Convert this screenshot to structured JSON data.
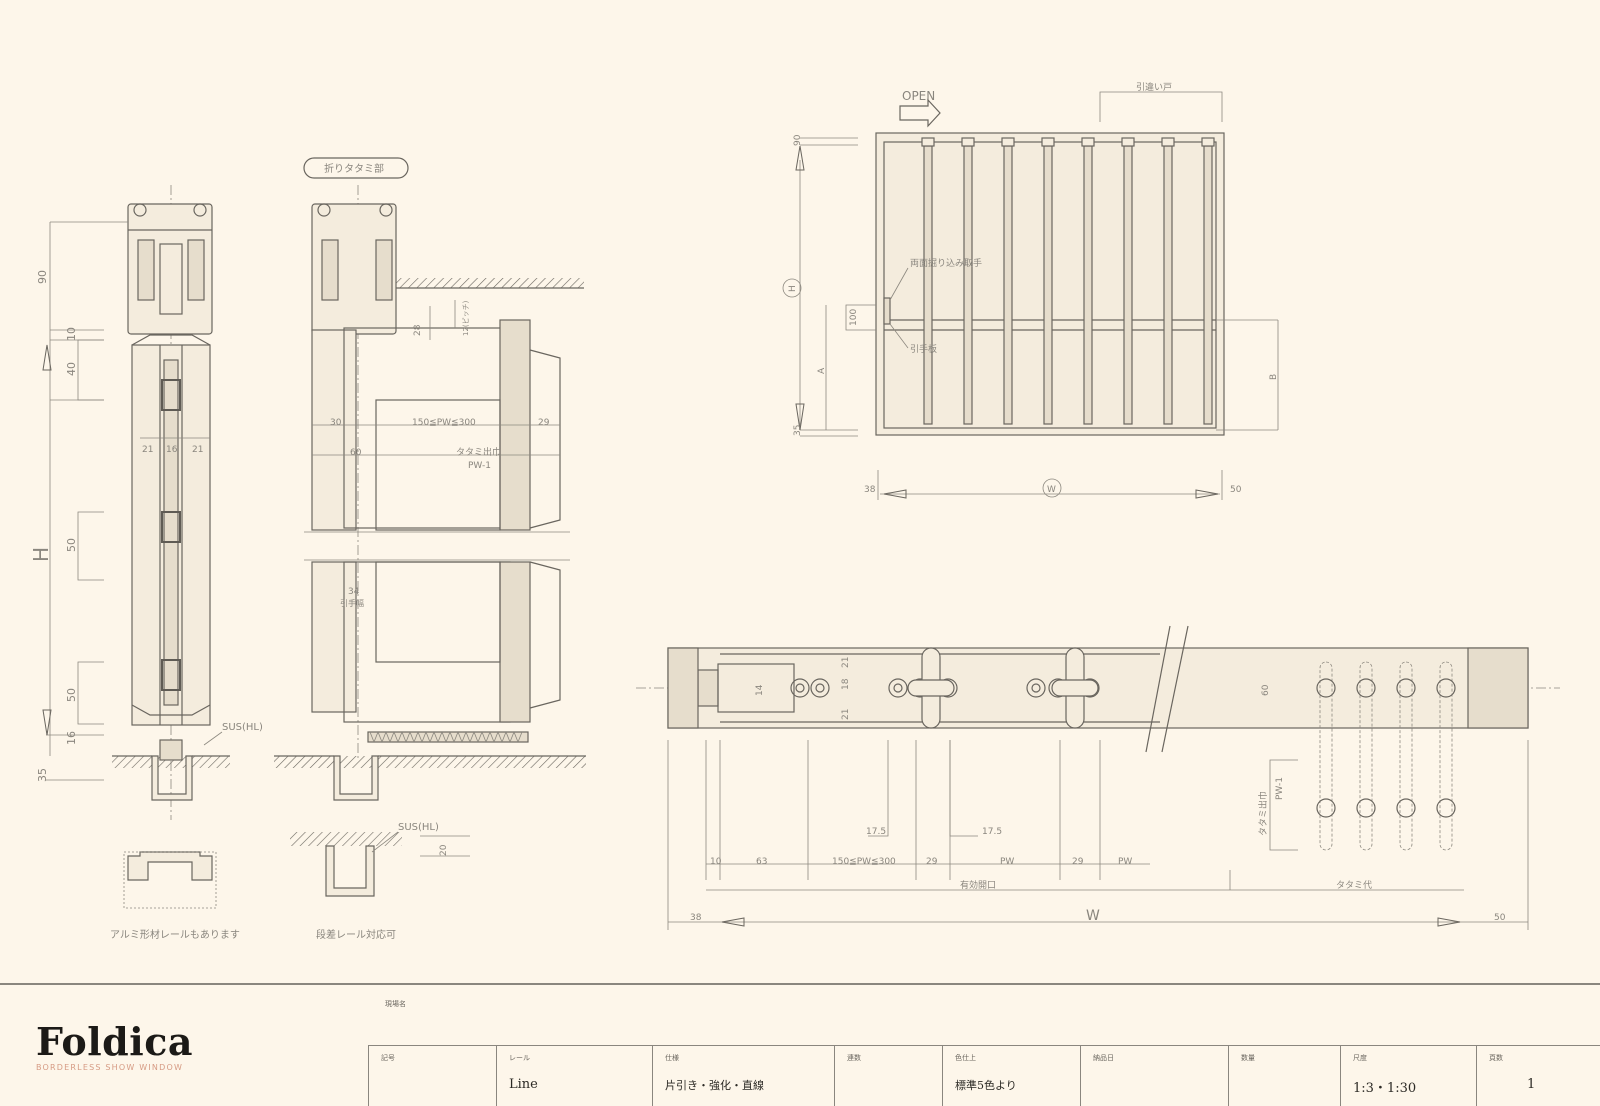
{
  "section_left": {
    "tag": "折りタタミ部",
    "dims_vertical": [
      "90",
      "10",
      "40",
      "50",
      "50",
      "16",
      "35"
    ],
    "height_label": "H",
    "dims_horizontal": [
      "21",
      "16",
      "21"
    ],
    "sus_label_1": "SUS(HL)",
    "sus_label_2": "SUS(HL)",
    "fold_dims": [
      "30",
      "150≦PW≦300",
      "29",
      "60",
      "タタミ出巾",
      "PW-1"
    ],
    "small_dims": [
      "28",
      "12(ピッチ)",
      "34",
      "引手幅"
    ],
    "rail_dim": "20",
    "rail_caption_1": "アルミ形材レールもあります",
    "rail_caption_2": "段差レール対応可"
  },
  "elevation": {
    "open_label": "OPEN",
    "top_bracket_label": "引違い戸",
    "dims_left": [
      "90",
      "H",
      "100",
      "A",
      "35"
    ],
    "dim_right": "B",
    "label_handle": "両面掘り込み取手",
    "label_pull": "引手板",
    "dims_bottom": [
      "38",
      "W",
      "50"
    ]
  },
  "plan": {
    "dims_left_small": [
      "14",
      "21",
      "18",
      "21"
    ],
    "dim_right_small": "60",
    "dims_chain": [
      "10",
      "63",
      "150≦PW≦300",
      "29",
      "PW",
      "29",
      "PW"
    ],
    "dims_offset": [
      "17.5",
      "17.5"
    ],
    "fold_labels": [
      "タタミ出巾",
      "PW-1"
    ],
    "label_opening": "有効開口",
    "label_stack": "タタミ代",
    "overall": [
      "38",
      "W",
      "50"
    ]
  },
  "titleblock": {
    "brand": "Foldica",
    "tagline": "BORDERLESS SHOW WINDOW",
    "project_label": "現場名",
    "cells": [
      {
        "head": "記号",
        "value": ""
      },
      {
        "head": "レール",
        "value": "Line"
      },
      {
        "head": "仕様",
        "value": "片引き・強化・直線"
      },
      {
        "head": "連数",
        "value": ""
      },
      {
        "head": "色仕上",
        "value": "標準5色より"
      },
      {
        "head": "納品日",
        "value": ""
      },
      {
        "head": "数量",
        "value": ""
      },
      {
        "head": "尺度",
        "value": "1:3・1:30"
      },
      {
        "head": "頁数",
        "value": "1"
      }
    ]
  }
}
